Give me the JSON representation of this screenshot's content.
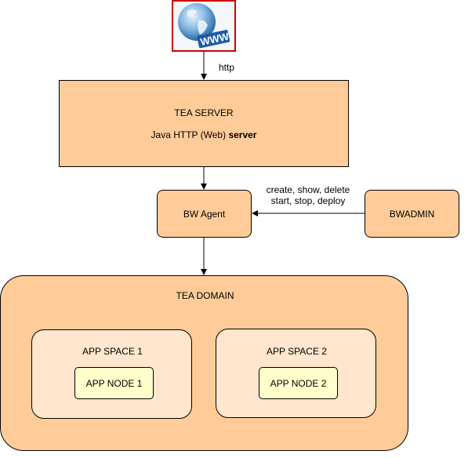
{
  "internet": {
    "icon": "globe-www-icon",
    "label": "http"
  },
  "tea_server": {
    "title": "TEA SERVER",
    "subtitle_prefix": "Java HTTP (Web)",
    "subtitle_bold": "server"
  },
  "bw_agent": {
    "label": "BW Agent"
  },
  "bwadmin": {
    "label": "BWADMIN"
  },
  "commands": {
    "line1": "create, show, delete",
    "line2": "start, stop, deploy"
  },
  "tea_domain": {
    "title": "TEA DOMAIN",
    "spaces": [
      {
        "title": "APP SPACE 1",
        "node": "APP NODE 1"
      },
      {
        "title": "APP SPACE 2",
        "node": "APP NODE 2"
      }
    ]
  },
  "colors": {
    "box_fill": "#ffcc99",
    "space_fill": "#ffe6cc",
    "node_fill": "#ffffcc",
    "icon_border": "#cc0000"
  }
}
